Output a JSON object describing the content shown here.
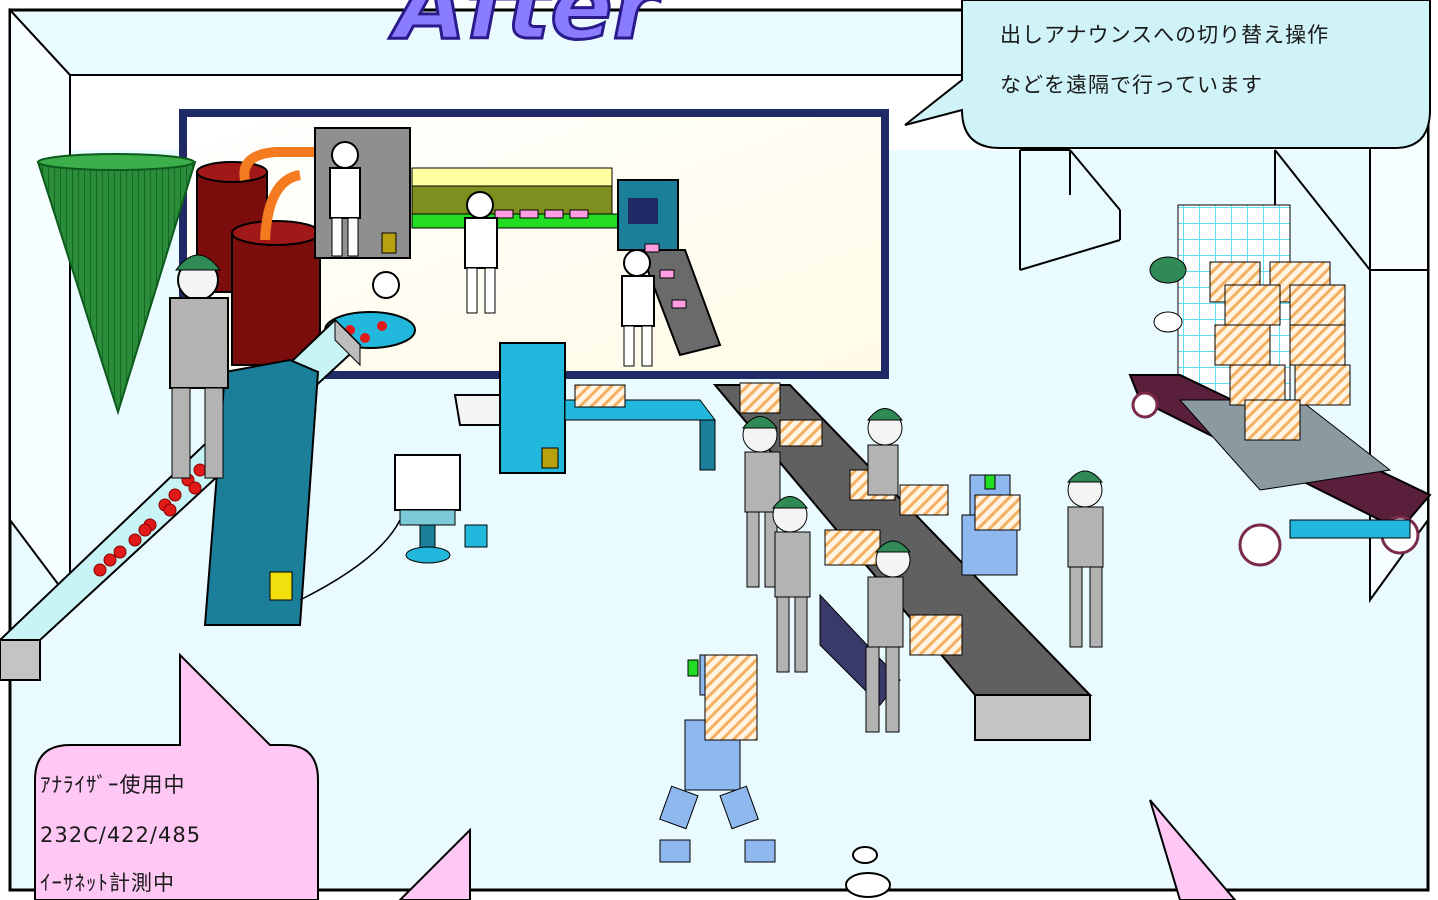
{
  "title": "After",
  "bubbles": {
    "top_right": {
      "lines": [
        "出しアナウンスへの切り替え操作",
        "などを遠隔で行っています"
      ],
      "fill": "#cff3f7"
    },
    "bottom_left": {
      "lines": [
        "ｱﾅﾗｲｻﾞｰ使用中",
        "232C/422/485",
        "ｲｰｻﾈｯﾄ計測中"
      ],
      "fill": "#ffc8f4"
    }
  },
  "colors": {
    "floor": "#e9fbff",
    "worker_uniform": "#b3b3b3",
    "worker_cap": "#2f8a55",
    "robot": "#8fb8ee",
    "box": "#f0a64a",
    "conveyor": "#5b5b5b",
    "machine": "#1c7f99",
    "funnel": "#1d7d31",
    "tank": "#7b0d0d",
    "bubble_blue": "#cff3f7",
    "bubble_pink": "#ffc8f4"
  }
}
